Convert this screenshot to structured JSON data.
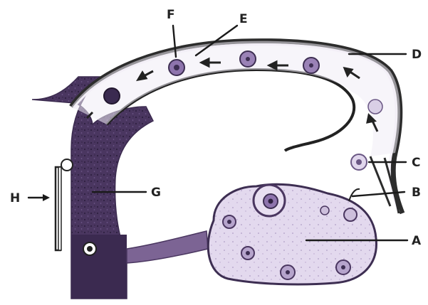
{
  "diagram": {
    "labels": {
      "A": "A",
      "B": "B",
      "C": "C",
      "D": "D",
      "E": "E",
      "F": "F",
      "G": "G",
      "H": "H"
    },
    "colors": {
      "tissue_dark": "#4f3a66",
      "tissue_mid": "#7c6494",
      "ovary_fill": "#e6ddf0",
      "tube_fill": "#f4f0f8",
      "cell": "#8e74ad"
    }
  }
}
